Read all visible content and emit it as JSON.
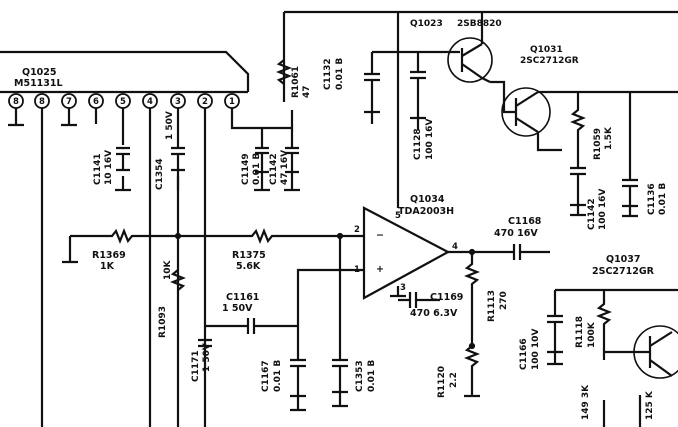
{
  "ic_q1025": {
    "ref": "Q1025",
    "part": "M51131L",
    "pins": [
      "8",
      "8",
      "7",
      "6",
      "5",
      "4",
      "3",
      "2",
      "1"
    ]
  },
  "amp_q1034": {
    "ref": "Q1034",
    "part": "TDA2003H",
    "pin5": "5",
    "pin4": "4",
    "pin3": "3",
    "pin2": "2",
    "pin1": "1",
    "minus": "−",
    "plus": "+"
  },
  "q1023": {
    "ref": "Q1023",
    "part": "2SB8820"
  },
  "q1031": {
    "ref": "Q1031",
    "part": "2SC2712GR"
  },
  "q1037": {
    "ref": "Q1037",
    "part": "2SC2712GR"
  },
  "components": {
    "r1061": {
      "ref": "R1061",
      "value": "47"
    },
    "c1132": {
      "ref": "C1132",
      "value": "0.01 B"
    },
    "c1128": {
      "ref": "C1128",
      "value": "100 16V"
    },
    "r1059": {
      "ref": "R1059",
      "value": "1.5K"
    },
    "c1142_right": {
      "ref": "C1142",
      "value": "100 16V"
    },
    "c1136": {
      "ref": "C1136",
      "value": "0.01 B"
    },
    "c1141": {
      "ref": "C1141",
      "value": "10 16V"
    },
    "c1354": {
      "ref": "C1354",
      "value": "1 50V"
    },
    "c1149": {
      "ref": "C1149",
      "value": "0.01 B"
    },
    "c1142": {
      "ref": "C1142",
      "value": "47 16V"
    },
    "r1369": {
      "ref": "R1369",
      "value": "1K"
    },
    "r1375": {
      "ref": "R1375",
      "value": "5.6K"
    },
    "r1093": {
      "ref": "R1093",
      "value": "10K"
    },
    "c1168": {
      "ref": "C1168",
      "value": "470 16V"
    },
    "c1161": {
      "ref": "C1161",
      "value": "1 50V"
    },
    "c1171": {
      "ref": "C1171",
      "value": "1 50V"
    },
    "c1167": {
      "ref": "C1167",
      "value": "0.01 B"
    },
    "c1353": {
      "ref": "C1353",
      "value": "0.01 B"
    },
    "c1169": {
      "ref": "C1169",
      "value": "470 6.3V"
    },
    "r1113": {
      "ref": "R1113",
      "value": "270"
    },
    "r1120": {
      "ref": "R1120",
      "value": "2.2"
    },
    "c1166": {
      "ref": "C1166",
      "value": "100 10V"
    },
    "r1118": {
      "ref": "R1118",
      "value": "100K"
    },
    "r149": {
      "value": "149 3K"
    },
    "r125": {
      "value": "125 K"
    }
  },
  "colors": {
    "ink": "#111111",
    "paper": "#ffffff"
  }
}
